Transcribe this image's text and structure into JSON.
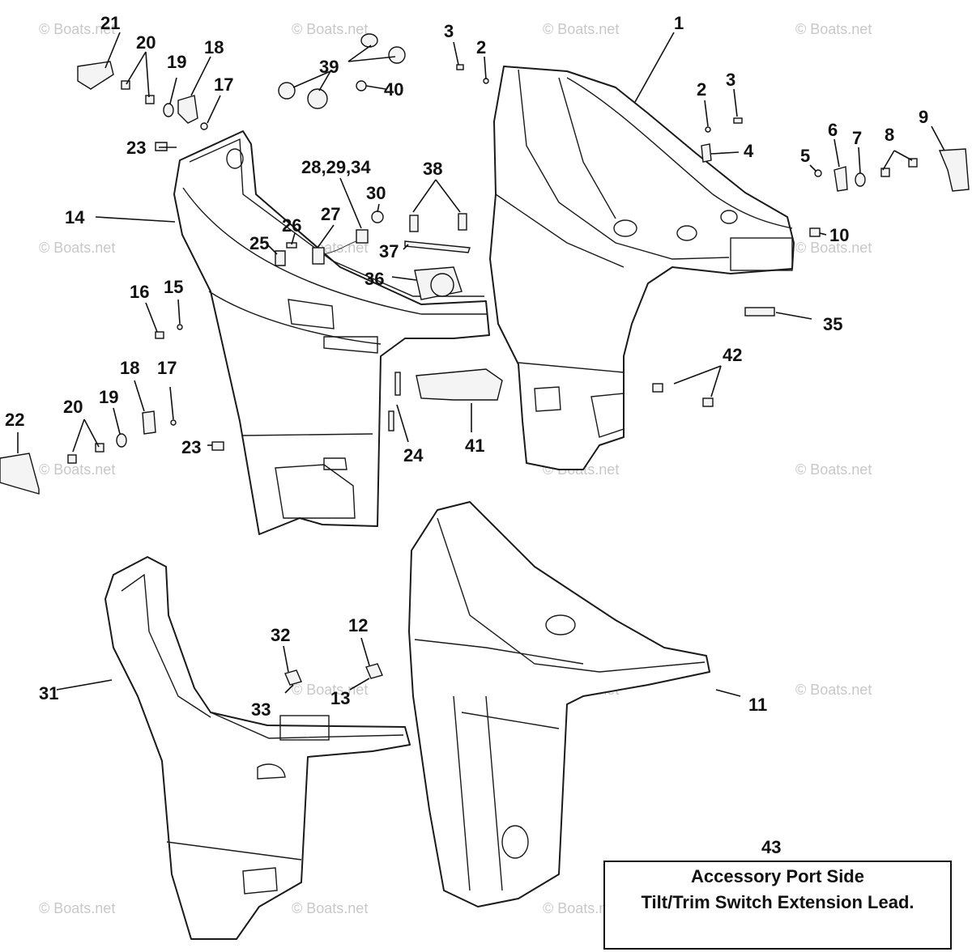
{
  "watermark": "© Boats.net",
  "callouts": [
    {
      "id": "1",
      "label": "1"
    },
    {
      "id": "2a",
      "label": "2"
    },
    {
      "id": "2b",
      "label": "2"
    },
    {
      "id": "3a",
      "label": "3"
    },
    {
      "id": "3b",
      "label": "3"
    },
    {
      "id": "4",
      "label": "4"
    },
    {
      "id": "5",
      "label": "5"
    },
    {
      "id": "6",
      "label": "6"
    },
    {
      "id": "7",
      "label": "7"
    },
    {
      "id": "8",
      "label": "8"
    },
    {
      "id": "9",
      "label": "9"
    },
    {
      "id": "10",
      "label": "10"
    },
    {
      "id": "11",
      "label": "11"
    },
    {
      "id": "12",
      "label": "12"
    },
    {
      "id": "13",
      "label": "13"
    },
    {
      "id": "14",
      "label": "14"
    },
    {
      "id": "15",
      "label": "15"
    },
    {
      "id": "16",
      "label": "16"
    },
    {
      "id": "17a",
      "label": "17"
    },
    {
      "id": "17b",
      "label": "17"
    },
    {
      "id": "18a",
      "label": "18"
    },
    {
      "id": "18b",
      "label": "18"
    },
    {
      "id": "19a",
      "label": "19"
    },
    {
      "id": "19b",
      "label": "19"
    },
    {
      "id": "20a",
      "label": "20"
    },
    {
      "id": "20b",
      "label": "20"
    },
    {
      "id": "21",
      "label": "21"
    },
    {
      "id": "22",
      "label": "22"
    },
    {
      "id": "23a",
      "label": "23"
    },
    {
      "id": "23b",
      "label": "23"
    },
    {
      "id": "24",
      "label": "24"
    },
    {
      "id": "25",
      "label": "25"
    },
    {
      "id": "26",
      "label": "26"
    },
    {
      "id": "27",
      "label": "27"
    },
    {
      "id": "28",
      "label": "28,29,34"
    },
    {
      "id": "30",
      "label": "30"
    },
    {
      "id": "31",
      "label": "31"
    },
    {
      "id": "32",
      "label": "32"
    },
    {
      "id": "33",
      "label": "33"
    },
    {
      "id": "35",
      "label": "35"
    },
    {
      "id": "36",
      "label": "36"
    },
    {
      "id": "37",
      "label": "37"
    },
    {
      "id": "38",
      "label": "38"
    },
    {
      "id": "39",
      "label": "39"
    },
    {
      "id": "40",
      "label": "40"
    },
    {
      "id": "41",
      "label": "41"
    },
    {
      "id": "42",
      "label": "42"
    },
    {
      "id": "43",
      "label": "43"
    }
  ],
  "accessory_box": {
    "line1": "Accessory Port Side",
    "line2": "Tilt/Trim Switch Extension Lead."
  }
}
